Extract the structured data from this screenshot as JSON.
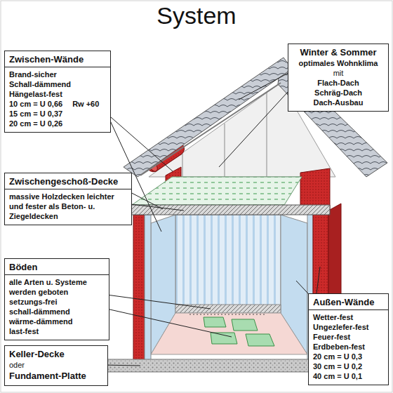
{
  "diagram": {
    "title": "System",
    "nodes": [
      {
        "text": [
          "Zwischen-Wände",
          "Brand-sicher",
          "Schall-dämmend",
          "Hängelast-fest",
          "10 cm = U 0,66",
          "Rw +60",
          "15 cm = U 0,37",
          "20 cm = U 0,26"
        ]
      },
      {
        "text": [
          "Winter & Sommer",
          "optimales Wohnklima",
          "mit",
          "Flach-Dach",
          "Schräg-Dach",
          "Dach-Ausbau"
        ]
      },
      {
        "text": [
          "Zwischengeschoß-Decke",
          "massive Holzdecken leichter und fester als Beton- u. Ziegeldecken"
        ]
      },
      {
        "text": [
          "Böden",
          "alle Arten u. Systeme",
          "werden geboten",
          "setzungs-frei",
          "schall-dämmend",
          "wärme-dämmend",
          "last-fest"
        ]
      },
      {
        "text": [
          "Außen-Wände",
          "Wetter-fest",
          "Ungezlefer-fest",
          "Feuer-fest",
          "Erdbeben-fest",
          "20 cm = U 0,3",
          "30 cm = U 0,2",
          "40 cm = U 0,1"
        ]
      },
      {
        "text": [
          "Keller-Decke",
          "oder",
          "Fundament-Platte"
        ]
      }
    ]
  }
}
